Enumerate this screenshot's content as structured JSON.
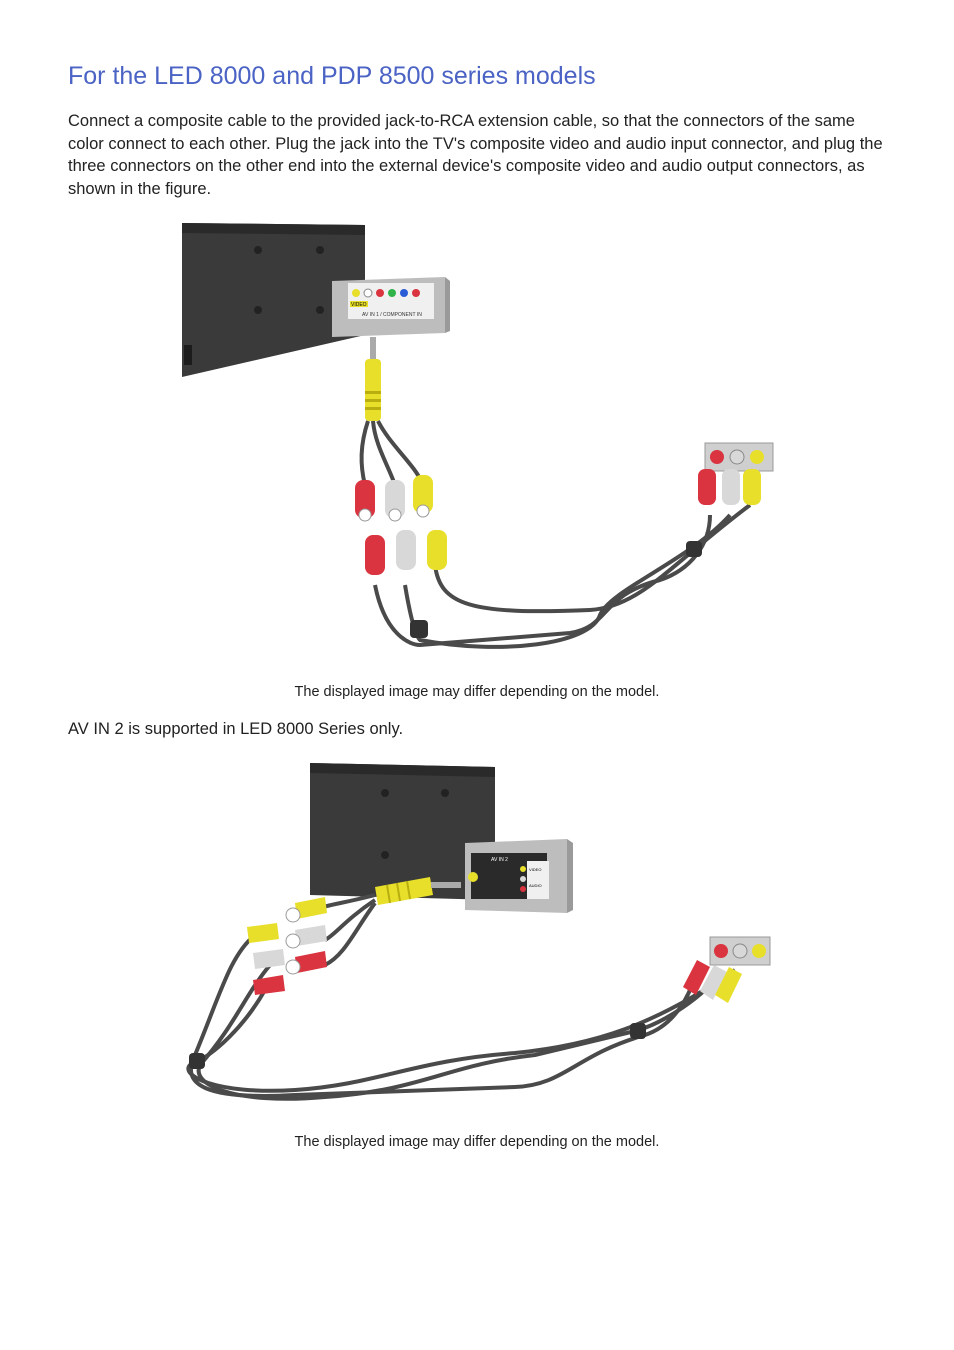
{
  "heading": "For the LED 8000 and PDP 8500 series models",
  "paragraph": "Connect a composite cable to the provided jack-to-RCA extension cable, so that the connectors of the same color connect to each other. Plug the jack into the TV's composite video and audio input connector, and plug the three connectors on the other end into the external device's composite video and audio output connectors, as shown in the figure.",
  "figure1": {
    "caption": "The displayed image may differ depending on the model.",
    "panel_video_label": "VIDEO",
    "panel_label": "AV IN 1 / COMPONENT IN"
  },
  "note": "AV IN 2 is supported in LED 8000 Series only.",
  "figure2": {
    "caption": "The displayed image may differ depending on the model.",
    "panel_label": "AV IN 2",
    "video_label": "VIDEO",
    "audio_label": "AUDIO"
  },
  "colors": {
    "heading": "#4a63c4",
    "cable": "#4a4a4a",
    "yellow": "#e8df2a",
    "red": "#d9343f",
    "white": "#d8d8d8"
  }
}
